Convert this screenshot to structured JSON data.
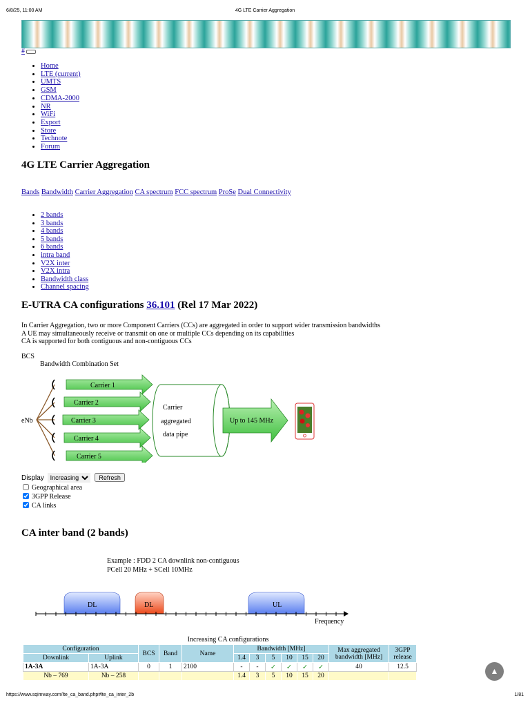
{
  "browser": {
    "datetime": "6/8/25, 11:00 AM",
    "page_title": "4G LTE Carrier Aggregation",
    "url": "https://www.sqimway.com/lte_ca_band.php#lte_ca_inter_2b",
    "page_number": "1/81"
  },
  "hash_link": "#",
  "nav": [
    "Home",
    "LTE (current)",
    "UMTS",
    "GSM",
    "CDMA-2000",
    "NR",
    "WiFi",
    "Export",
    "Store",
    "Technote",
    "Forum"
  ],
  "page_heading": "4G LTE Carrier Aggregation",
  "subnav": [
    "Bands",
    "Bandwidth",
    "Carrier Aggregation",
    "CA spectrum",
    "FCC spectrum",
    "ProSe",
    "Dual Connectivity"
  ],
  "section_links": [
    "2 bands",
    "3 bands",
    "4 bands",
    "5 bands",
    "6 bands",
    "intra band",
    "V2X inter",
    "V2X intra",
    "Bandwidth class",
    "Channel spacing"
  ],
  "config_heading": {
    "pre": "E-UTRA CA configurations ",
    "link": "36.101",
    "post": " (Rel 17 Mar 2022)"
  },
  "intro": [
    "In Carrier Aggregation, two or more Component Carriers (CCs) are aggregated in order to support wider transmission bandwidths",
    "A UE may simultaneously receive or transmit on one or multiple CCs depending on its capabilities",
    "CA is supported for both contiguous and non-contiguous CCs"
  ],
  "bcs_label": "BCS",
  "bcs_desc": "Bandwidth Combination Set",
  "diagram": {
    "enb": "eNb",
    "carriers": [
      "Carrier 1",
      "Carrier 2",
      "Carrier 3",
      "Carrier 4",
      "Carrier 5"
    ],
    "pipe_lines": [
      "Carrier",
      "aggregated",
      "data pipe"
    ],
    "output": "Up to 145 MHz"
  },
  "display": {
    "label": "Display",
    "selected": "Increasing",
    "refresh": "Refresh"
  },
  "options": [
    {
      "label": "Geographical area",
      "checked": false
    },
    {
      "label": "3GPP Release",
      "checked": true
    },
    {
      "label": "CA links",
      "checked": true
    }
  ],
  "inter_heading": "CA inter band (2 bands)",
  "spectrum": {
    "example_line1": "Example : FDD 2 CA downlink non-contiguous",
    "example_line2": "PCell 20 MHz + SCell 10MHz",
    "blocks": [
      "DL",
      "DL",
      "UL"
    ],
    "axis": "Frequency"
  },
  "table": {
    "caption": "Increasing CA configurations",
    "headers": {
      "configuration": "Configuration",
      "downlink": "Downlink",
      "uplink": "Uplink",
      "bcs": "BCS",
      "band": "Band",
      "name": "Name",
      "bandwidth": "Bandwidth [MHz]",
      "max_bw": "Max aggregated bandwidth [MHz]",
      "release": "3GPP release"
    },
    "bw_cols": [
      "1.4",
      "3",
      "5",
      "10",
      "15",
      "20"
    ],
    "row": {
      "downlink": "1A-3A",
      "uplink": "1A-3A",
      "bcs": "0",
      "band": "1",
      "name": "2100",
      "bw": [
        "-",
        "-",
        "✓",
        "✓",
        "✓",
        "✓"
      ],
      "max": "40",
      "release": "12.5"
    },
    "row2": {
      "downlink": "Nb – 769",
      "uplink": "Nb – 258",
      "bw": [
        "1.4",
        "3",
        "5",
        "10",
        "15",
        "20"
      ]
    }
  },
  "colors": {
    "link": "#1a0dab",
    "table_header": "#add8e6",
    "table_yellow": "#fffac8",
    "arrow_green": "#5ec95e",
    "dl_blue": "#6f8ff0",
    "dl_orange": "#f05a28"
  },
  "icons": {
    "scroll_top": "chevron-up-icon"
  }
}
